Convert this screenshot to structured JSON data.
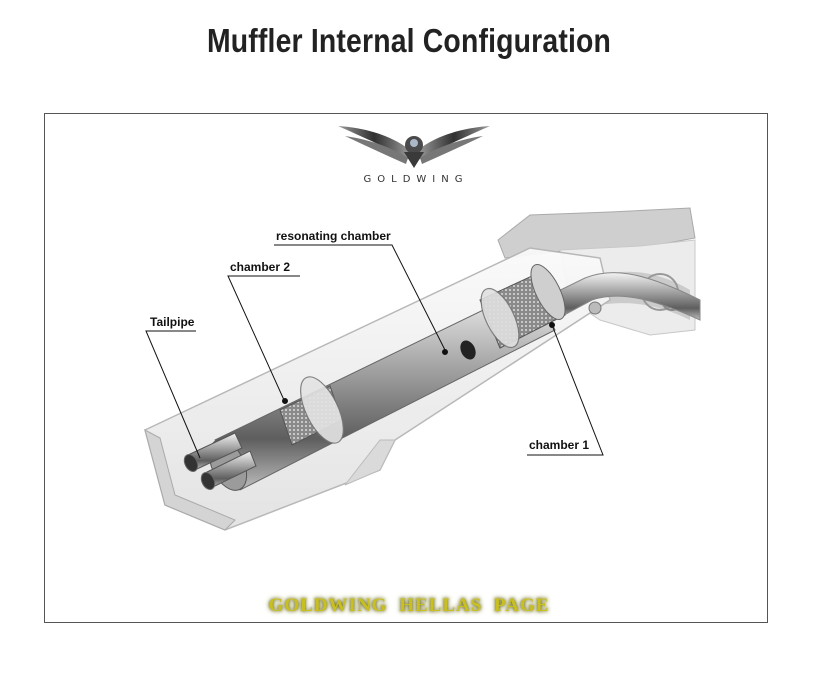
{
  "title": "Muffler Internal Configuration",
  "logo": {
    "icon": "goldwing-wings-icon",
    "text": "GOLDWING"
  },
  "labels": {
    "tailpipe": "Tailpipe",
    "chamber2": "chamber 2",
    "resonating": "resonating chamber",
    "chamber1": "chamber 1"
  },
  "footer": "GOLDWING HELLAS PAGE",
  "colors": {
    "footer_text": "#c9c020",
    "frame_border": "#555555"
  }
}
